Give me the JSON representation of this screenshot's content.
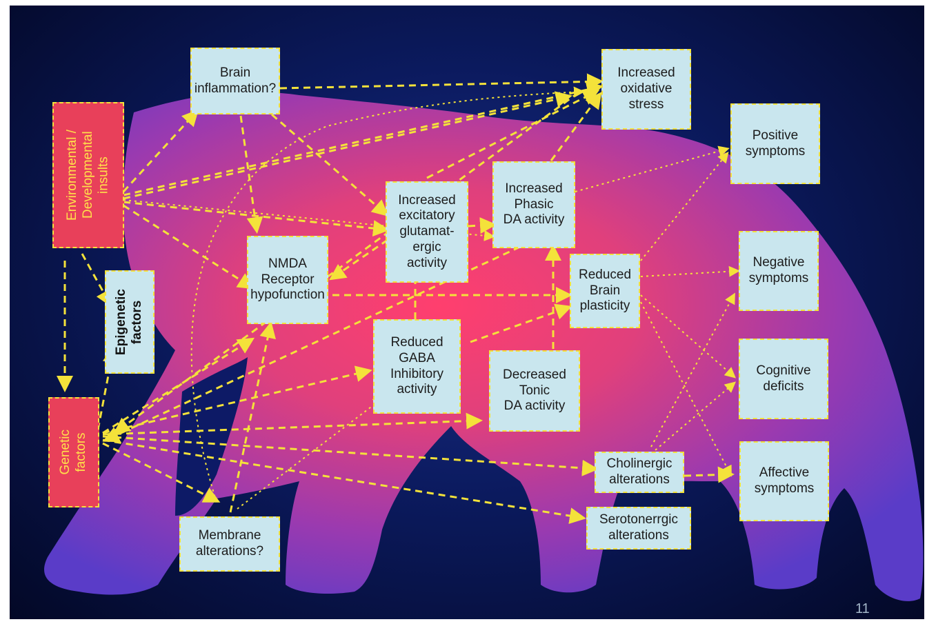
{
  "nodes": {
    "brain_inflammation": "Brain\ninflammation?",
    "increased_oxidative_stress": "Increased\noxidative\nstress",
    "environmental_developmental_insults": "Environmental /\nDevelopmental\ninsults",
    "positive_symptoms": "Positive\nsymptoms",
    "increased_excitatory_glutamatergic_activity": "Increased\nexcitatory\nglutamat-\nergic\nactivity",
    "increased_phasic_da_activity": "Increased\nPhasic\nDA activity",
    "nmda_receptor_hypofunction": "NMDA\nReceptor\nhypofunction",
    "reduced_brain_plasticity": "Reduced\nBrain\nplasticity",
    "negative_symptoms": "Negative\nsymptoms",
    "epigenetic_factors": "Epigenetic\nfactors",
    "reduced_gaba_inhibitory_activity": "Reduced\nGABA\nInhibitory\nactivity",
    "decreased_tonic_da_activity": "Decreased\nTonic\nDA activity",
    "cognitive_deficits": "Cognitive\ndeficits",
    "genetic_factors": "Genetic\nfactors",
    "cholinergic_alterations": "Cholinergic\nalterations",
    "affective_symptoms": "Affective\nsymptoms",
    "serotonergic_alterations": "Serotonerrgic\nalterations",
    "membrane_alterations": "Membrane\nalterations?"
  },
  "page_number": "11",
  "colors": {
    "box_fill": "#c9e6ee",
    "red_box_fill": "#e8405a",
    "arrow": "#f4e23a",
    "background_dark": "#0b1a5e"
  }
}
